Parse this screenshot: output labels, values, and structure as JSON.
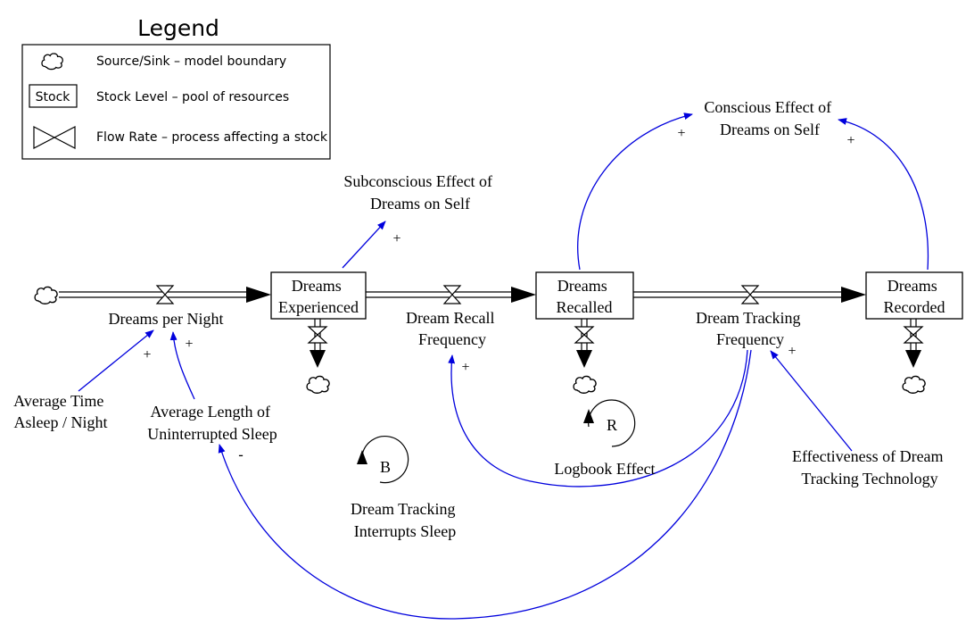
{
  "legend": {
    "title": "Legend",
    "cloud_label": "Source/Sink – model boundary",
    "stock_symbol_text": "Stock",
    "stock_label": "Stock Level – pool of resources",
    "flow_label": "Flow Rate – process affecting a stock"
  },
  "stocks": {
    "experienced": [
      "Dreams",
      "Experienced"
    ],
    "recalled": [
      "Dreams",
      "Recalled"
    ],
    "recorded": [
      "Dreams",
      "Recorded"
    ]
  },
  "flows": {
    "per_night": [
      "Dreams per Night"
    ],
    "recall_freq": [
      "Dream Recall",
      "Frequency"
    ],
    "tracking_freq": [
      "Dream Tracking",
      "Frequency"
    ]
  },
  "variables": {
    "subconscious": [
      "Subconscious Effect of",
      "Dreams on Self"
    ],
    "conscious": [
      "Conscious Effect of",
      "Dreams on Self"
    ],
    "avg_time": [
      "Average Time",
      "Asleep / Night"
    ],
    "avg_length": [
      "Average Length of",
      "Uninterrupted Sleep"
    ],
    "effectiveness": [
      "Effectiveness of Dream",
      "Tracking Technology"
    ]
  },
  "loops": {
    "balancing": {
      "symbol": "B",
      "label": [
        "Dream Tracking",
        "Interrupts Sleep"
      ]
    },
    "reinforcing": {
      "symbol": "R",
      "label": [
        "Logbook Effect"
      ]
    }
  },
  "polarity": {
    "plus": "+",
    "minus": "-"
  },
  "colors": {
    "link": "#0000dd",
    "pipe": "#000000"
  }
}
